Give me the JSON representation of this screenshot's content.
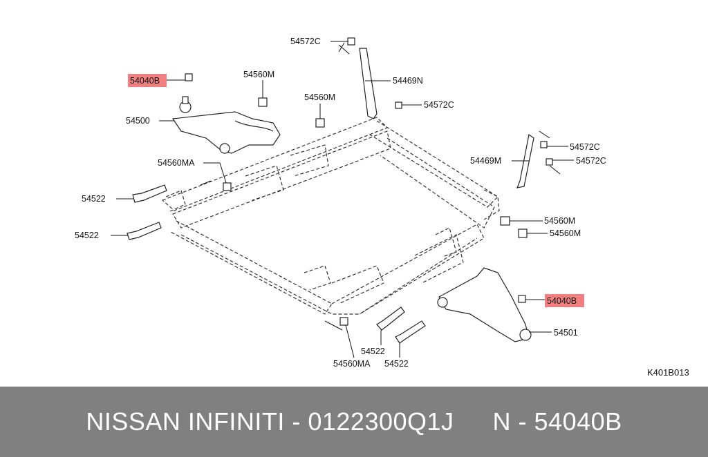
{
  "colors": {
    "highlight": "#f08080",
    "footer_bg": "#808080",
    "footer_text": "#ffffff"
  },
  "diagram": {
    "code": "K401B013",
    "labels": {
      "l_54572C_top": "54572C",
      "l_54469N": "54469N",
      "l_54572C_mid": "54572C",
      "l_54040B_left": "54040B",
      "l_54560M_top": "54560M",
      "l_54560M_center": "54560M",
      "l_54500": "54500",
      "l_54560MA_left": "54560MA",
      "l_54522_a": "54522",
      "l_54522_b": "54522",
      "l_54572C_r1": "54572C",
      "l_54469M": "54469M",
      "l_54572C_r2": "54572C",
      "l_54560M_r1": "54560M",
      "l_54560M_r2": "54560M",
      "l_54040B_right": "54040B",
      "l_54501": "54501",
      "l_54522_c": "54522",
      "l_54522_d": "54522",
      "l_54560MA_bottom": "54560MA"
    }
  },
  "footer": {
    "title": "NISSAN  INFINITI - 0122300Q1J",
    "part_number": "N - 54040B"
  }
}
